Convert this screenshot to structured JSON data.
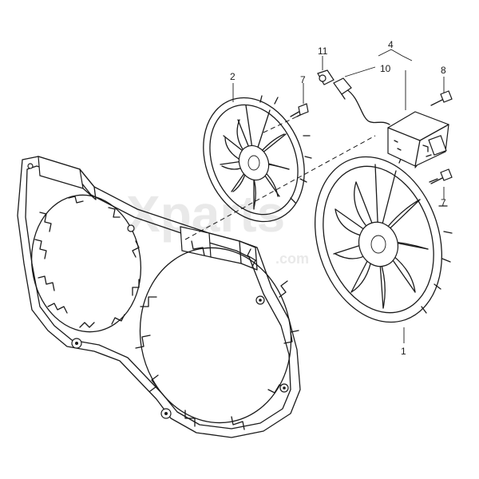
{
  "diagram": {
    "watermark": {
      "brand": "Xparts",
      "suffix": ".com"
    },
    "callouts": {
      "c1": "1",
      "c2": "2",
      "c4": "4",
      "c7a": "7",
      "c7b": "7",
      "c8": "8",
      "c10": "10",
      "c11": "11"
    }
  }
}
